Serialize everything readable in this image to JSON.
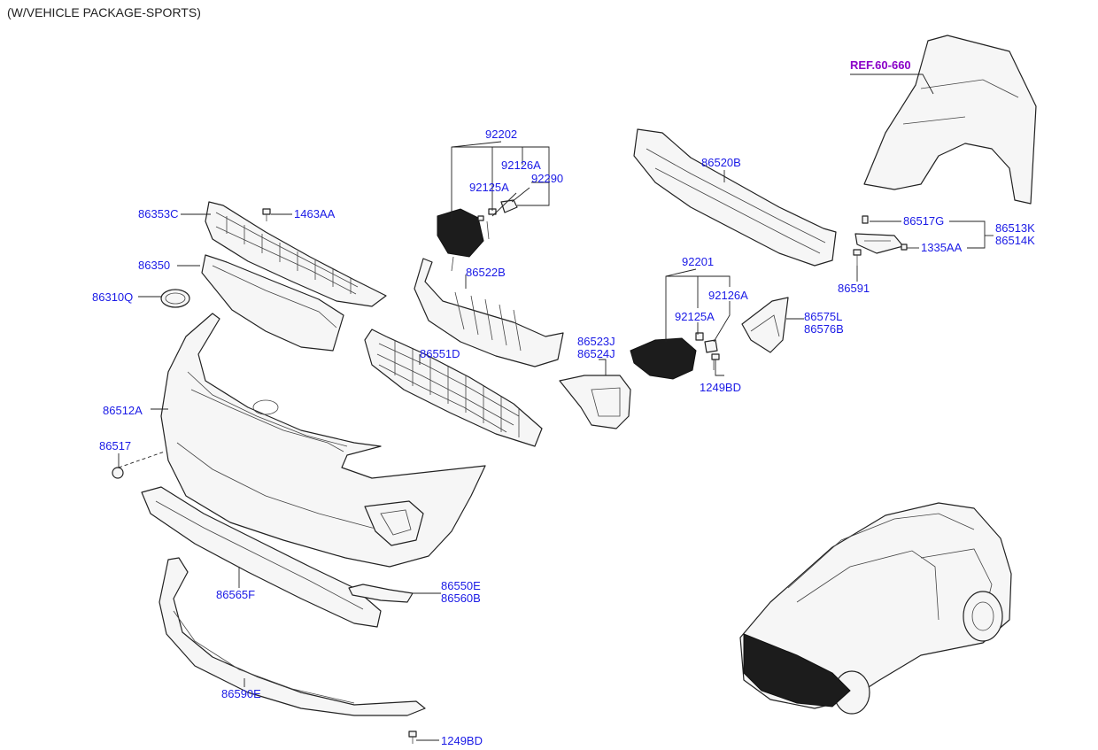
{
  "header": {
    "title": "(W/VEHICLE PACKAGE-SPORTS)"
  },
  "reference": {
    "label": "REF.60-660"
  },
  "parts": {
    "p92202": "92202",
    "p92126A_top": "92126A",
    "p92125A_top": "92125A",
    "p92290": "92290",
    "p86520B": "86520B",
    "p86353C": "86353C",
    "p1463AA": "1463AA",
    "p86350": "86350",
    "p86310Q": "86310Q",
    "p86522B": "86522B",
    "p86551D": "86551D",
    "p86512A": "86512A",
    "p86517": "86517",
    "p86517G": "86517G",
    "p86513K": "86513K",
    "p86514K": "86514K",
    "p1335AA": "1335AA",
    "p86591": "86591",
    "p92201": "92201",
    "p92126A_mid": "92126A",
    "p92125A_mid": "92125A",
    "p86575L": "86575L",
    "p86576B": "86576B",
    "p86523J": "86523J",
    "p86524J": "86524J",
    "p1249BD_mid": "1249BD",
    "p86565F": "86565F",
    "p86550E": "86550E",
    "p86560B": "86560B",
    "p86590E": "86590E",
    "p1249BD_bot": "1249BD"
  }
}
